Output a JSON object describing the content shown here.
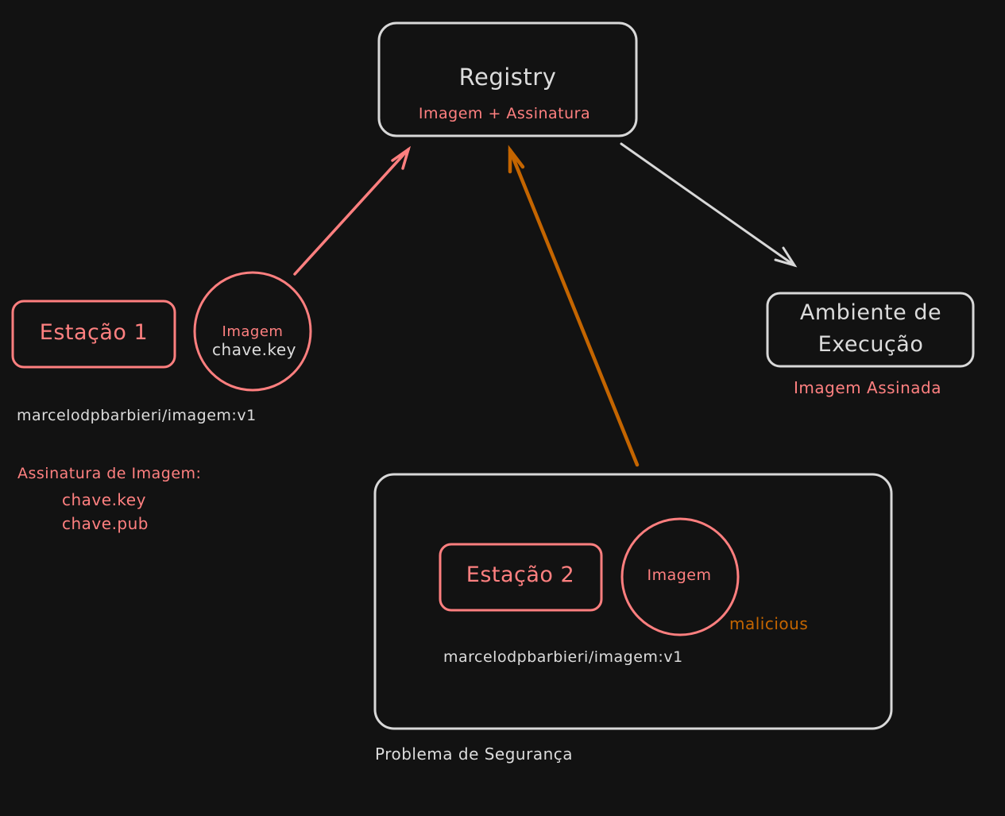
{
  "colors": {
    "background": "#121212",
    "stroke_white": "#d8d8d8",
    "accent_red": "#ff7f7f",
    "accent_orange": "#c46500"
  },
  "registry": {
    "title": "Registry",
    "subtitle": "Imagem + Assinatura"
  },
  "station1": {
    "label": "Estação 1",
    "circle_line1": "Imagem",
    "circle_line2": "chave.key",
    "image_tag": "marcelodpbarbieri/imagem:v1",
    "signature_title": "Assinatura de Imagem:",
    "signature_files": [
      "chave.key",
      "chave.pub"
    ]
  },
  "runtime": {
    "line1": "Ambiente de",
    "line2": "Execução",
    "caption": "Imagem Assinada"
  },
  "station2": {
    "label": "Estação 2",
    "circle_label": "Imagem",
    "malicious_label": "malicious",
    "image_tag": "marcelodpbarbieri/imagem:v1",
    "group_caption": "Problema de Segurança"
  },
  "arrows": [
    {
      "from": "station1-image",
      "to": "registry",
      "color": "accent_red"
    },
    {
      "from": "station2-group",
      "to": "registry",
      "color": "accent_orange"
    },
    {
      "from": "registry",
      "to": "runtime",
      "color": "stroke_white"
    }
  ]
}
